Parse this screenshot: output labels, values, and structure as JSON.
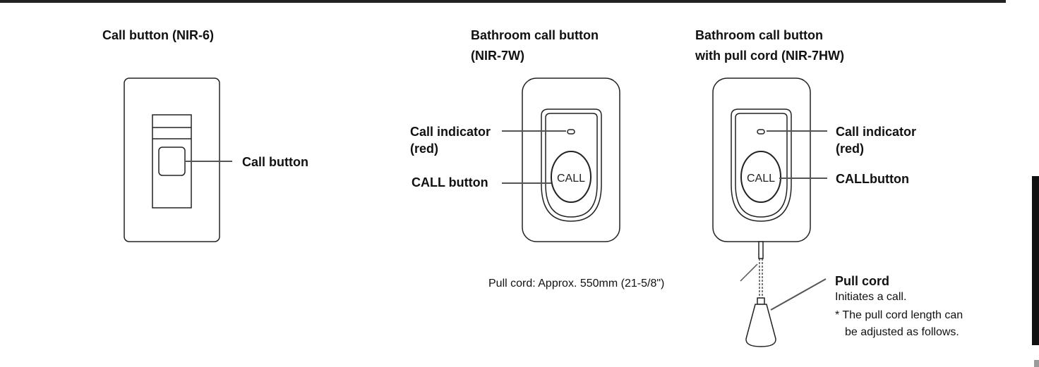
{
  "devices": {
    "nir6": {
      "title": "Call button (NIR-6)",
      "call_button_label": "Call button"
    },
    "nir7w": {
      "title_line1": "Bathroom call button",
      "title_line2": "(NIR-7W)",
      "indicator_label_line1": "Call indicator",
      "indicator_label_line2": "(red)",
      "call_button_label": "CALL button",
      "button_text": "CALL"
    },
    "nir7hw": {
      "title_line1": "Bathroom call button",
      "title_line2": "with pull cord (NIR-7HW)",
      "indicator_label_line1": "Call indicator",
      "indicator_label_line2": "(red)",
      "call_button_label": "CALLbutton",
      "button_text": "CALL",
      "cord_length_label": "Pull cord: Approx. 550mm (21-5/8\")",
      "pull_cord_title": "Pull cord",
      "pull_cord_desc": "Initiates a call.",
      "pull_cord_note_line1": "* The pull cord length can",
      "pull_cord_note_line2": "be adjusted as follows."
    }
  }
}
